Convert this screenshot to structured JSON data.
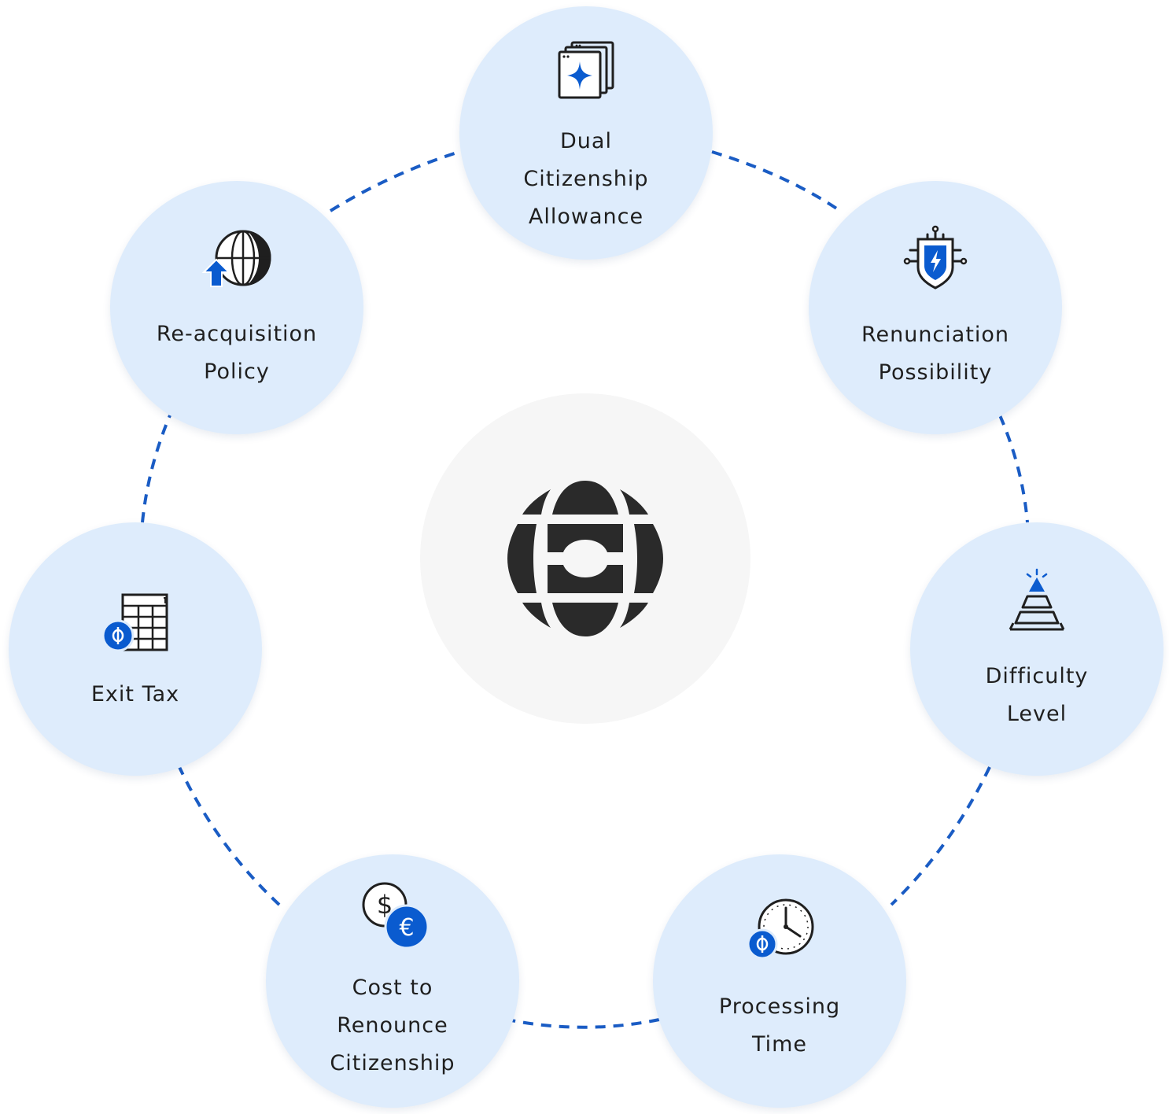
{
  "diagram": {
    "hub": {
      "icon": "globe-icon"
    },
    "nodes": [
      {
        "id": "dual",
        "lines": [
          "Dual",
          "Citizenship",
          "Allowance"
        ],
        "icon": "sparkle-windows-icon"
      },
      {
        "id": "renunciation",
        "lines": [
          "Renunciation",
          "Possibility"
        ],
        "icon": "circuit-shield-icon"
      },
      {
        "id": "difficulty",
        "lines": [
          "Difficulty",
          "Level"
        ],
        "icon": "pyramid-icon"
      },
      {
        "id": "processing",
        "lines": [
          "Processing",
          "Time"
        ],
        "icon": "clock-coin-icon"
      },
      {
        "id": "cost",
        "lines": [
          "Cost to",
          "Renounce",
          "Citizenship"
        ],
        "icon": "dollar-euro-coins-icon"
      },
      {
        "id": "exit",
        "lines": [
          "Exit Tax"
        ],
        "icon": "spreadsheet-coin-icon"
      },
      {
        "id": "reacquisition",
        "lines": [
          "Re-acquisition",
          "Policy"
        ],
        "icon": "globe-arrow-up-icon"
      }
    ]
  },
  "colors": {
    "accent": "#0a5bcf",
    "node_fill": "#deecfc",
    "hub_fill": "#f6f6f6",
    "ink": "#1f1f1f",
    "connector": "#1a5cc4"
  }
}
